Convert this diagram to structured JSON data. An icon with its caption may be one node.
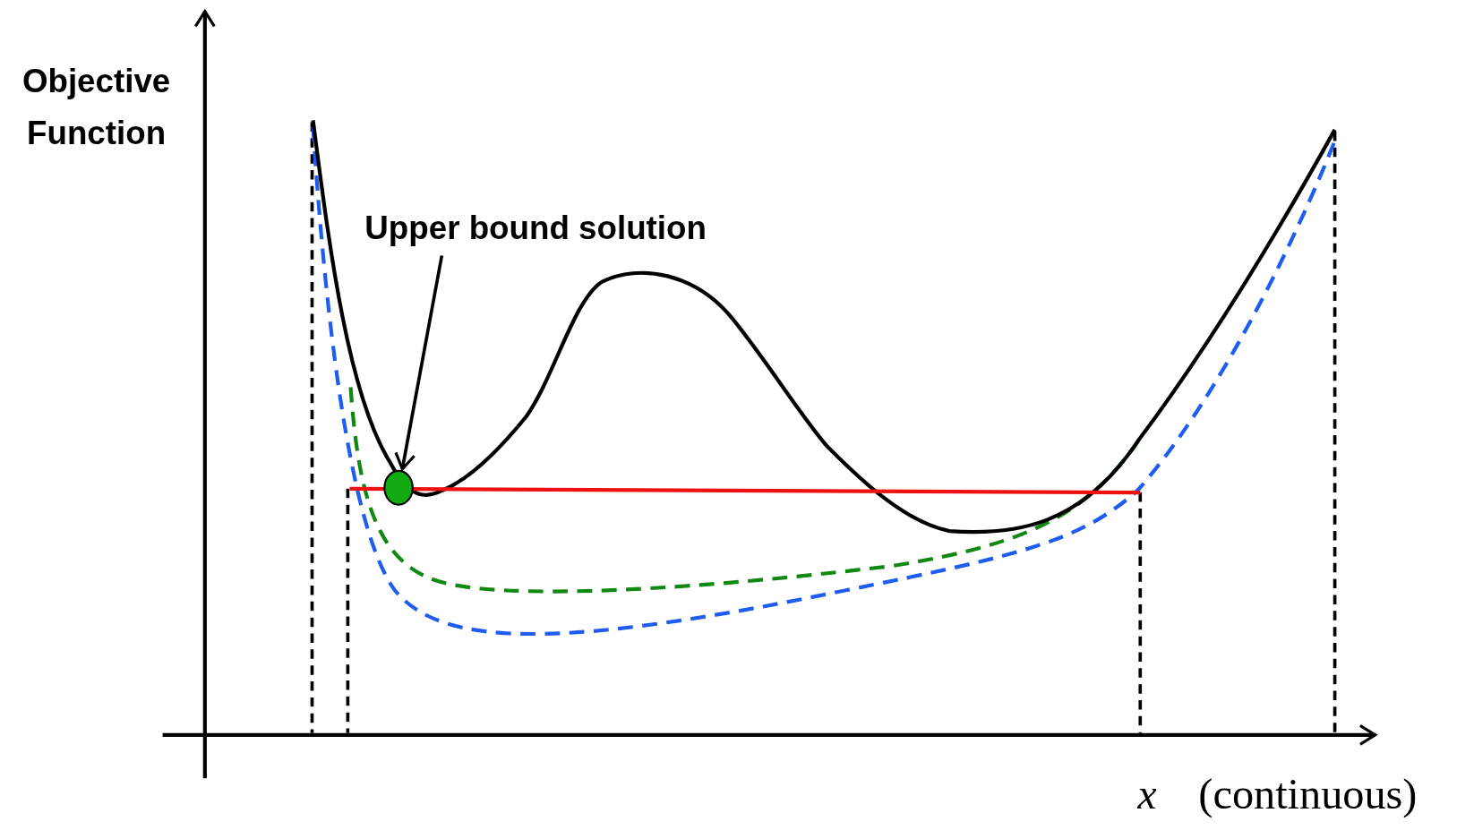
{
  "diagram": {
    "nodes": [
      {
        "text": [
          "Upper bound solution"
        ]
      },
      {
        "text": [],
        "shape": "circle"
      }
    ],
    "edges": [
      {
        "from": 0,
        "to": 1,
        "arrow": "to"
      }
    ],
    "labels": [
      "Objective Function",
      "x",
      "(continuous)"
    ]
  }
}
